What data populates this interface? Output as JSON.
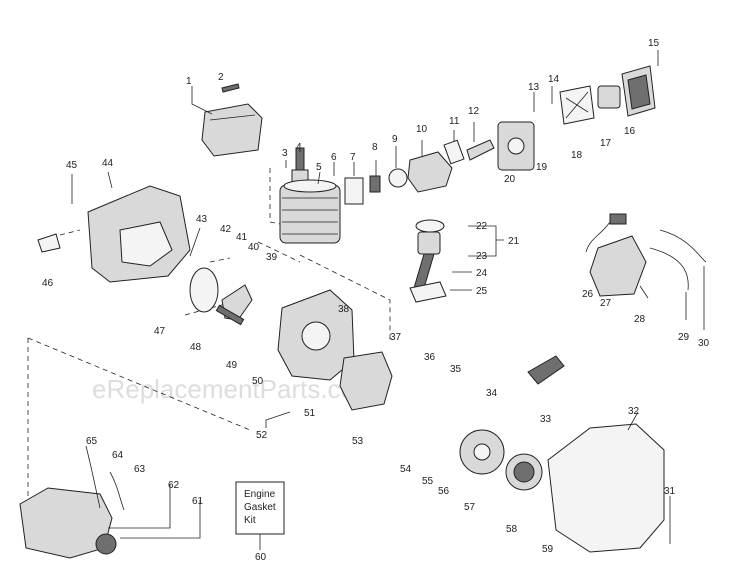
{
  "watermark": "eReplacementParts.com",
  "kit_box": {
    "lines": [
      "Engine",
      "Gasket",
      "Kit"
    ],
    "callout": "60"
  },
  "callouts": [
    "1",
    "2",
    "3",
    "4",
    "5",
    "6",
    "7",
    "8",
    "9",
    "10",
    "11",
    "12",
    "13",
    "14",
    "15",
    "16",
    "17",
    "18",
    "19",
    "20",
    "21",
    "22",
    "23",
    "24",
    "25",
    "26",
    "27",
    "28",
    "29",
    "30",
    "31",
    "32",
    "33",
    "34",
    "35",
    "36",
    "37",
    "38",
    "39",
    "40",
    "41",
    "42",
    "43",
    "44",
    "45",
    "46",
    "47",
    "48",
    "49",
    "50",
    "51",
    "52",
    "53",
    "54",
    "55",
    "56",
    "57",
    "58",
    "59",
    "61",
    "62",
    "63",
    "64",
    "65"
  ]
}
